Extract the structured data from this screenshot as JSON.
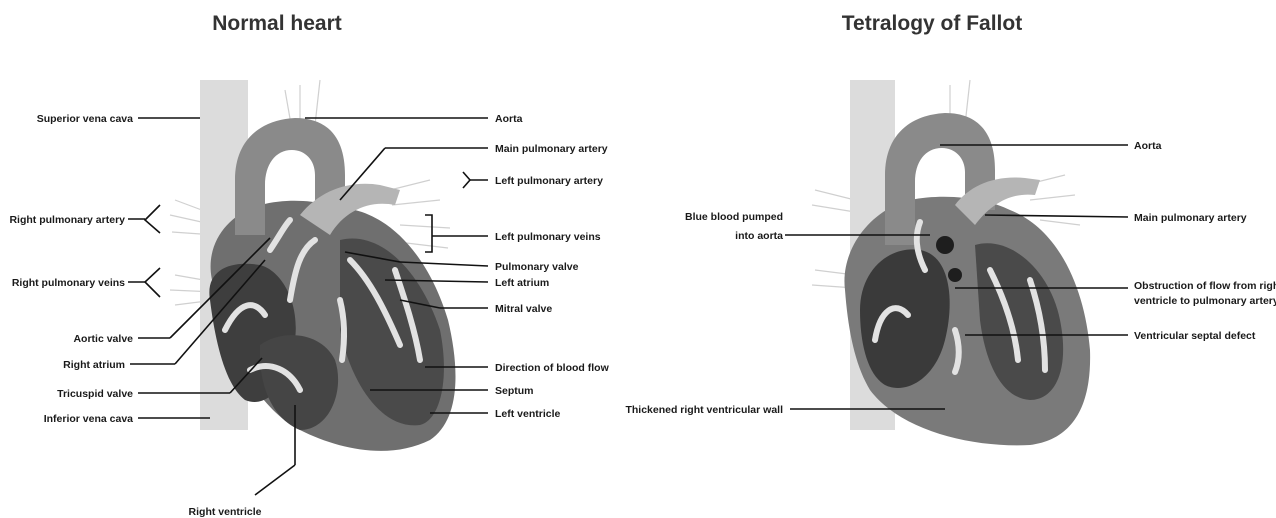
{
  "titles": {
    "normal": "Normal heart",
    "tof": "Tetralogy of Fallot"
  },
  "normal_labels": {
    "svc": "Superior vena cava",
    "rpa": "Right pulmonary artery",
    "rpv": "Right pulmonary veins",
    "aortic_valve": "Aortic valve",
    "right_atrium": "Right atrium",
    "tricuspid": "Tricuspid valve",
    "ivc": "Inferior vena cava",
    "right_ventricle": "Right ventricle",
    "aorta": "Aorta",
    "mpa": "Main pulmonary artery",
    "lpa": "Left pulmonary artery",
    "lpv": "Left pulmonary veins",
    "pulm_valve": "Pulmonary valve",
    "left_atrium": "Left atrium",
    "mitral": "Mitral valve",
    "flow": "Direction of blood flow",
    "septum": "Septum",
    "left_ventricle": "Left ventricle"
  },
  "tof_labels": {
    "blue_blood_1": "Blue blood pumped",
    "blue_blood_2": "into aorta",
    "thickened": "Thickened right ventricular wall",
    "aorta": "Aorta",
    "mpa": "Main pulmonary artery",
    "obstruction_1": "Obstruction of flow from right",
    "obstruction_2": "ventricle to pulmonary artery",
    "vsd": "Ventricular septal defect"
  }
}
